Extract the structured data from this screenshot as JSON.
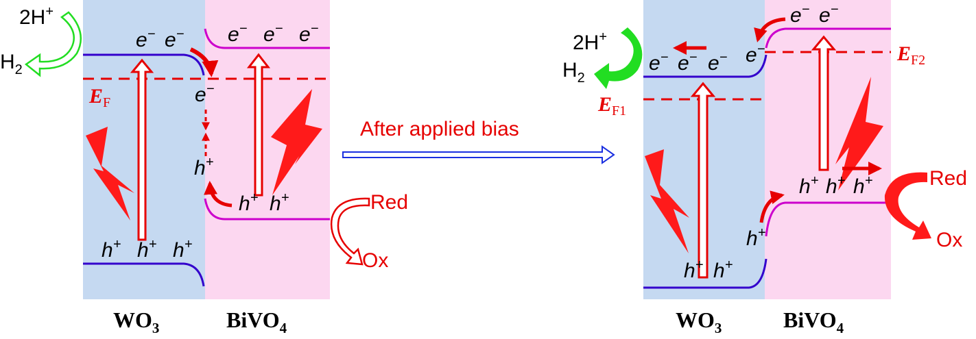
{
  "colors": {
    "wo3_bg": "#c5d9f1",
    "bivo4_bg": "#fcd7f0",
    "wo3_band": "#3300cc",
    "bivo4_band": "#cc00cc",
    "red": "#e60000",
    "green": "#22dd22",
    "blue": "#1a2fe0"
  },
  "labels": {
    "wo3": "WO",
    "wo3_sub": "3",
    "bivo4": "BiVO",
    "bivo4_sub": "4",
    "electron_base": "e",
    "electron_sup": "−",
    "hole_base": "h",
    "hole_sup": "+",
    "proton": "2H",
    "proton_sup": "+",
    "h2": "H",
    "h2_sub": "2",
    "red": "Red",
    "ox": "Ox",
    "ef": "E",
    "ef_sub": "F",
    "ef1_sub": "F1",
    "ef2_sub": "F2",
    "bias": "After applied bias"
  },
  "icons": {
    "light": "lightning-bolt-icon",
    "arrow": "process-arrow-icon"
  }
}
